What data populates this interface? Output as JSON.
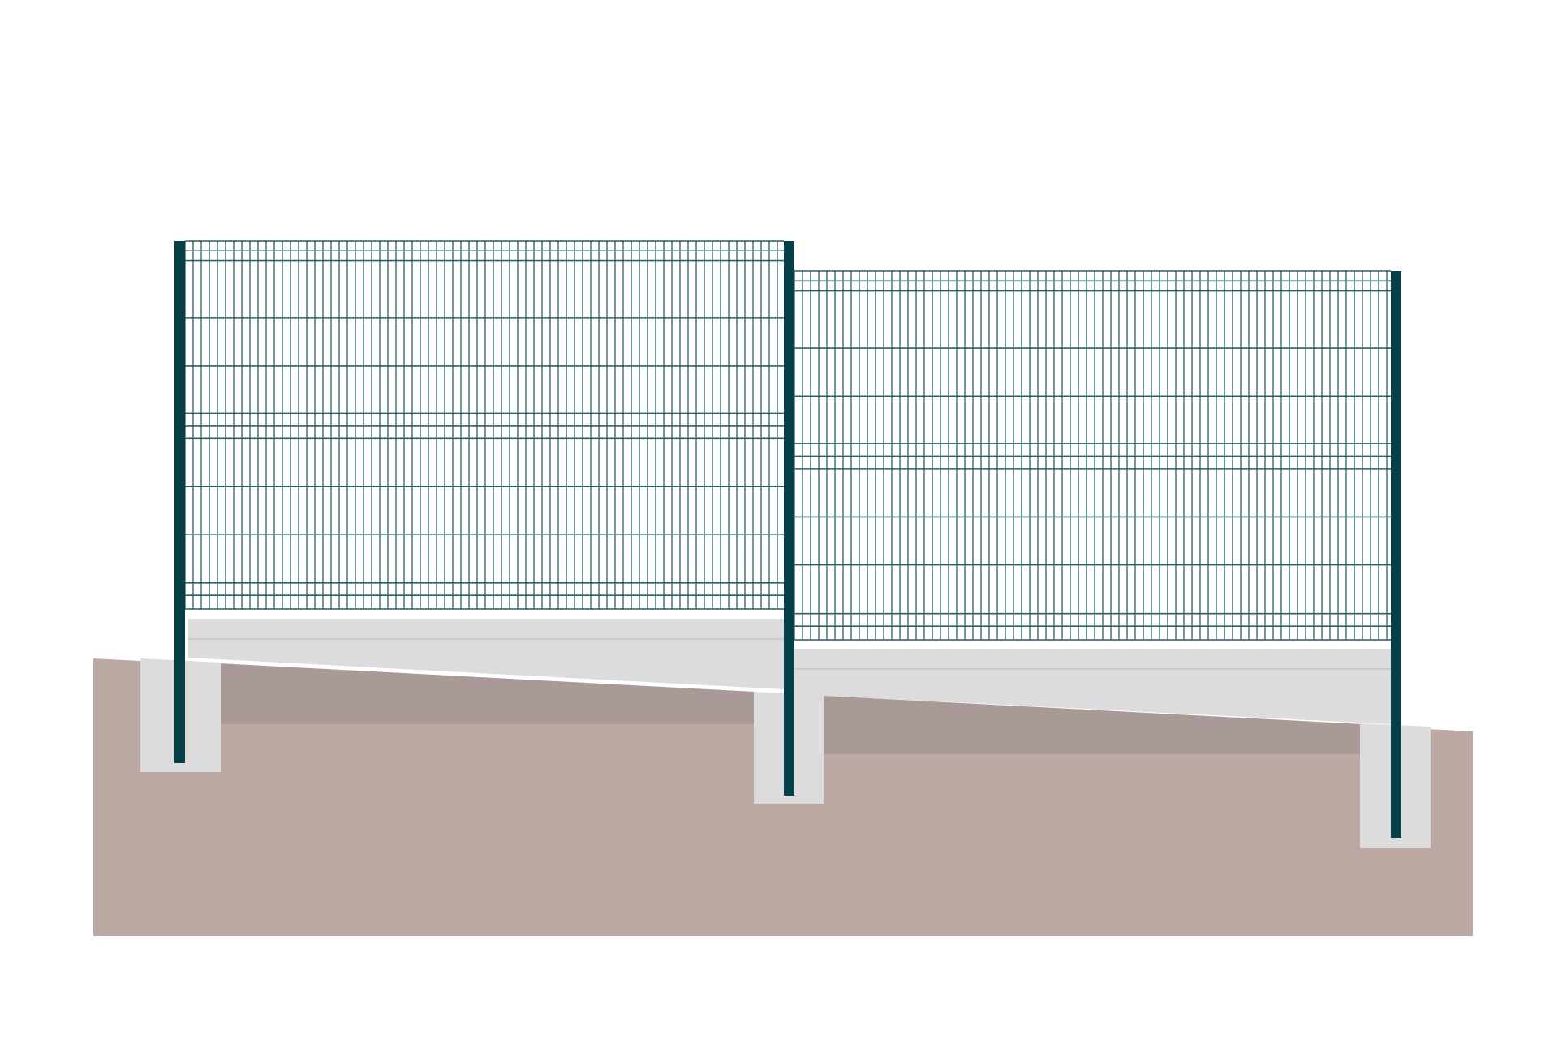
{
  "colors": {
    "background": "#ffffff",
    "ground": "#bda9a4",
    "ground_shadow": "#a99a97",
    "concrete": "#dcdcdc",
    "concrete_line": "#c4c4c4",
    "post": "#073f48",
    "mesh": "#2c5f64"
  },
  "fence": {
    "posts": 3,
    "panels": 2,
    "footings": 3,
    "plinths": 2
  }
}
